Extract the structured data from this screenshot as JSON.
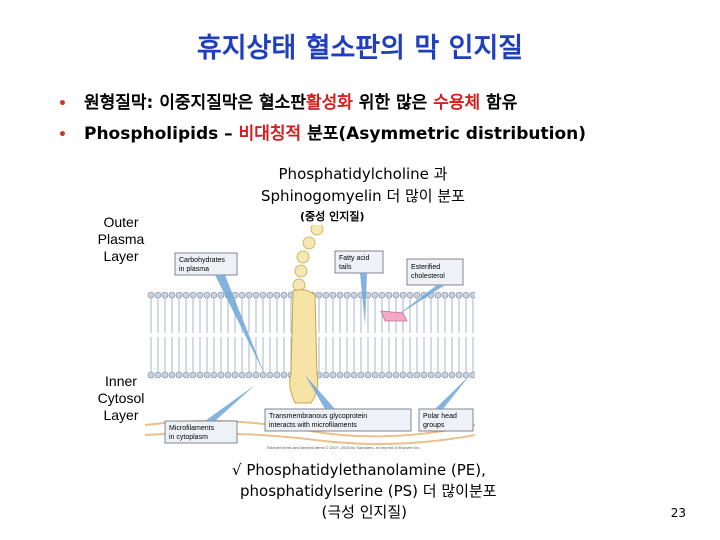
{
  "title": "휴지상태 혈소판의 막 인지질",
  "bullets": [
    {
      "text_a": "원형질막: 이중지질막은 혈소판",
      "text_b": "활성화",
      "text_c": " 위한 많은 ",
      "text_d": "수용체",
      "text_e": " 함유"
    },
    {
      "text_a": "Phospholipids – ",
      "text_b": "비대칭적",
      "text_c": " 분포(Asymmetric distribution)"
    }
  ],
  "caption_top": {
    "line1": "Phosphatidylcholine 과",
    "line2": "Sphinogomyelin  더 많이 분포",
    "note": "(중성 인지질)"
  },
  "side_labels": {
    "outer": [
      "Outer",
      "Plasma",
      "Layer"
    ],
    "inner": [
      "Inner",
      "Cytosol",
      "Layer"
    ]
  },
  "diagram": {
    "labels": {
      "carbohydrates": [
        "Carbohydrates",
        "in plasma"
      ],
      "fatty_acid": [
        "Fatty acid",
        "tails"
      ],
      "esterified": [
        "Esterified",
        "cholesterol"
      ],
      "glycoprotein": [
        "Transmembranous glycoprotein",
        "interacts with microfilaments"
      ],
      "polar": [
        "Polar head",
        "groups"
      ],
      "microfilaments": [
        "Microfilaments",
        "in cytoplasm"
      ]
    },
    "copyright": "Elsevier items and derived items © 2007, 2003 by Saunders, an imprint of Elsevier Inc."
  },
  "caption_bottom": {
    "line1": "√ Phosphatidylethanolamine (PE),",
    "line2": "phosphatidylserine (PS) 더 많이분포",
    "line3": "(극성 인지질)"
  },
  "page_number": "23"
}
